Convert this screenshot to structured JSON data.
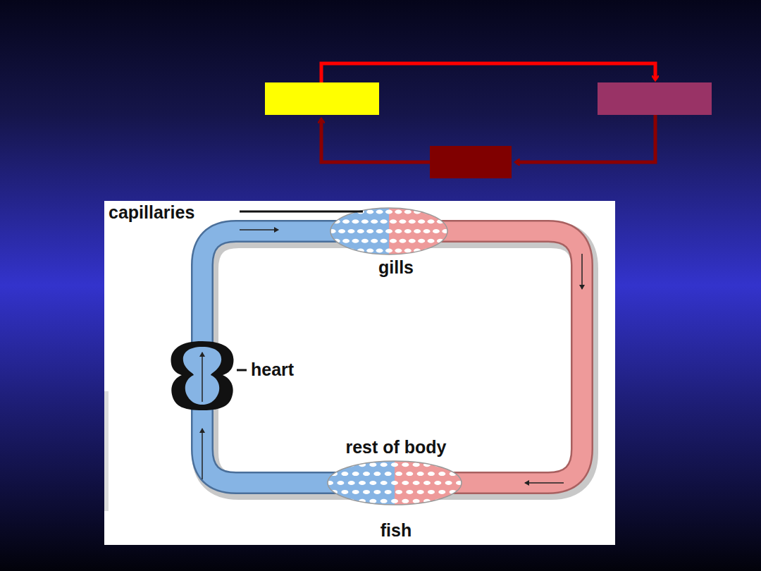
{
  "diagram": {
    "labels": [
      "capillaries",
      "gills",
      "heart",
      "rest of body",
      "fish"
    ]
  }
}
